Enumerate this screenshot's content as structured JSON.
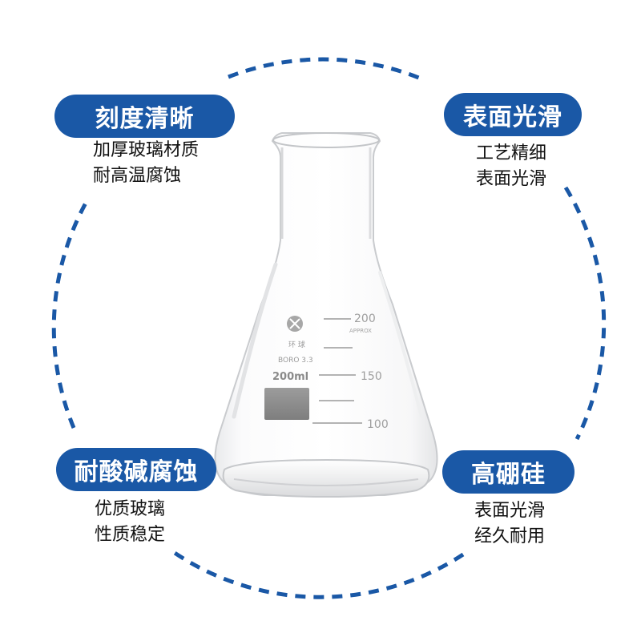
{
  "features": {
    "top_left": {
      "title": "刻度清晰",
      "lines": [
        "加厚玻璃材质",
        "耐高温腐蚀"
      ]
    },
    "top_right": {
      "title": "表面光滑",
      "lines": [
        "工艺精细",
        "表面光滑"
      ]
    },
    "bottom_left": {
      "title": "耐酸碱腐蚀",
      "lines": [
        "优质玻璃",
        "性质稳定"
      ]
    },
    "bottom_right": {
      "title": "高硼硅",
      "lines": [
        "表面光滑",
        "经久耐用"
      ]
    }
  },
  "flask": {
    "brand": "环 球",
    "material": "BORO 3.3",
    "capacity": "200ml",
    "approx": "APPROX",
    "graduations": [
      "200",
      "150",
      "100"
    ]
  },
  "colors": {
    "accent": "#1a58a6",
    "dashed_circle": "#1a58a6"
  }
}
